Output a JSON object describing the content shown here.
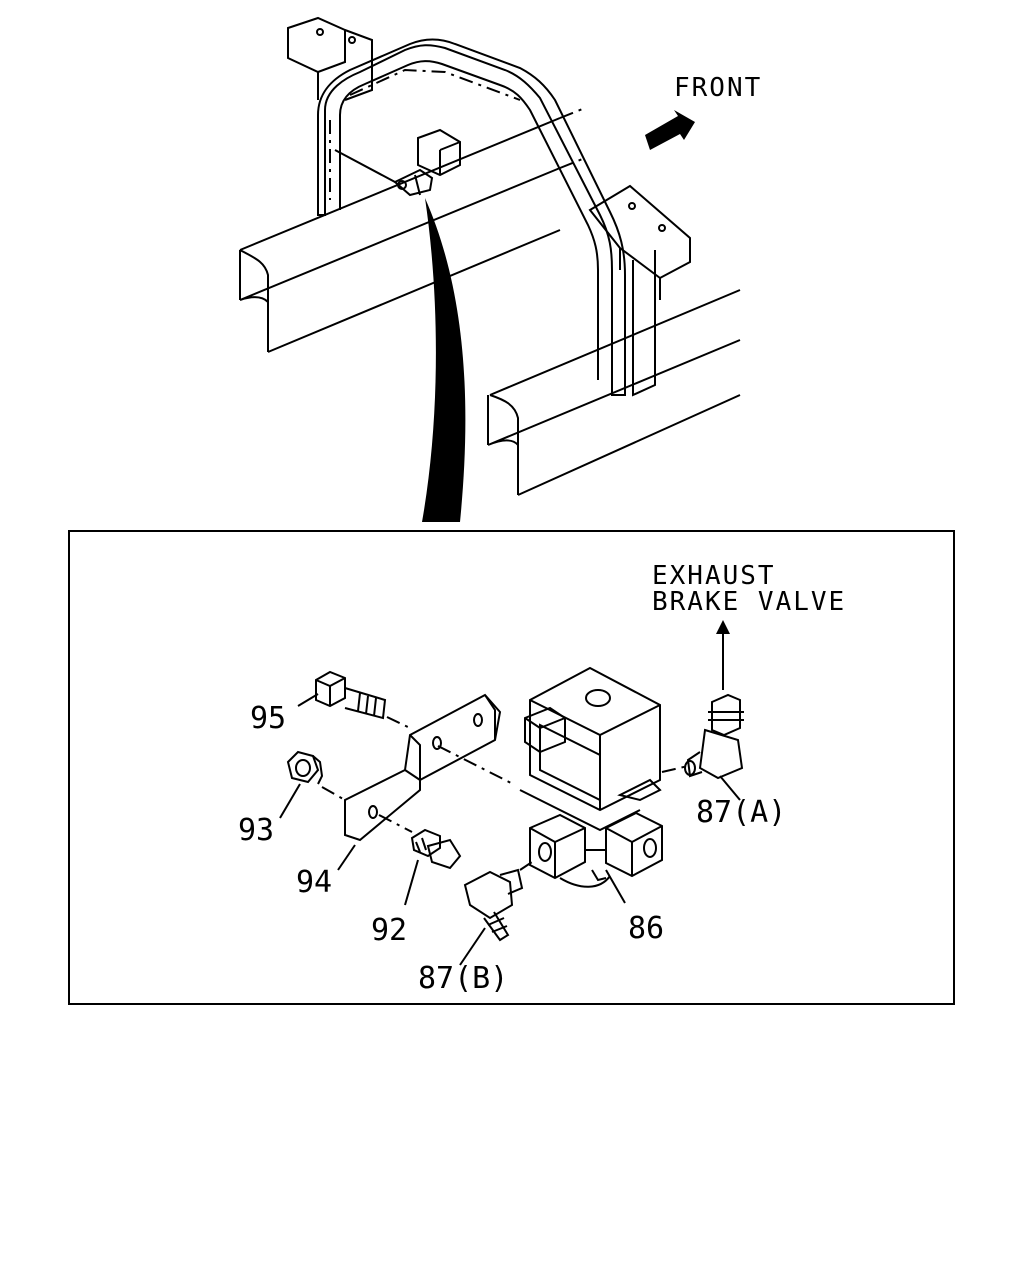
{
  "direction_label": "FRONT",
  "destination_label": {
    "line1": "EXHAUST",
    "line2": "BRAKE VALVE"
  },
  "callouts": {
    "p95": "95",
    "p93": "93",
    "p94": "94",
    "p92": "92",
    "p87a": "87(A)",
    "p87b": "87(B)",
    "p86": "86"
  }
}
